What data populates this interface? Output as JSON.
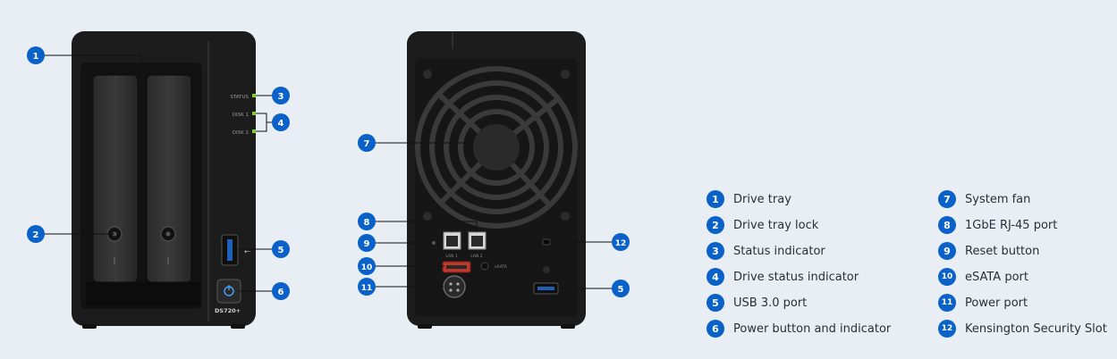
{
  "colors": {
    "background": "#e9eef5",
    "badge": "#0a62c9",
    "led": "#7ed321",
    "device": "#1c1c1c"
  },
  "device_front": {
    "leds": {
      "status": "STATUS",
      "disk1": "DISK 1",
      "disk2": "DISK 2"
    },
    "model": "DS720+"
  },
  "device_rear": {
    "lan1": "LAN 1",
    "lan2": "LAN 2",
    "esata": "eSATA"
  },
  "callouts": [
    "1",
    "2",
    "3",
    "4",
    "5",
    "6",
    "7",
    "8",
    "9",
    "10",
    "11",
    "12",
    "5"
  ],
  "legend": [
    {
      "num": "1",
      "label": "Drive tray"
    },
    {
      "num": "2",
      "label": "Drive tray lock"
    },
    {
      "num": "3",
      "label": "Status indicator"
    },
    {
      "num": "4",
      "label": "Drive status indicator"
    },
    {
      "num": "5",
      "label": "USB 3.0 port"
    },
    {
      "num": "6",
      "label": "Power button and indicator"
    },
    {
      "num": "7",
      "label": "System fan"
    },
    {
      "num": "8",
      "label": "1GbE RJ-45 port"
    },
    {
      "num": "9",
      "label": "Reset button"
    },
    {
      "num": "10",
      "label": "eSATA port"
    },
    {
      "num": "11",
      "label": "Power port"
    },
    {
      "num": "12",
      "label": "Kensington Security Slot"
    }
  ]
}
